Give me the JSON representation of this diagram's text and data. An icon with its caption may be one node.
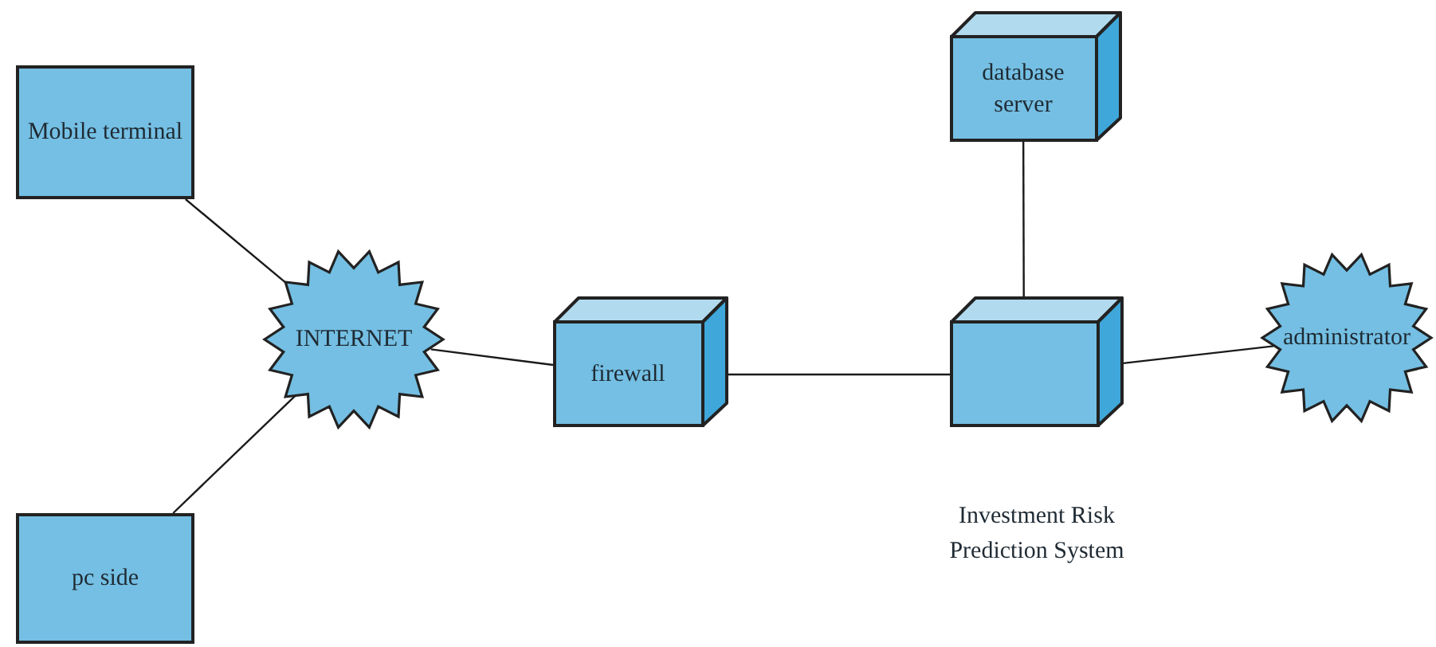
{
  "diagram": {
    "nodes": [
      {
        "text": [
          "Mobile terminal"
        ]
      },
      {
        "text": [
          "pc side"
        ]
      },
      {
        "text": [
          "INTERNET"
        ]
      },
      {
        "text": [
          "firewall"
        ]
      },
      {
        "text": [
          "database server"
        ]
      },
      {
        "text": [],
        "shape": "box",
        "beside": [
          "Investment Risk Prediction System"
        ]
      },
      {
        "text": [
          "administrator"
        ]
      }
    ],
    "edges": [
      {
        "from": 0,
        "to": 2,
        "arrow": "none"
      },
      {
        "from": 1,
        "to": 2,
        "arrow": "none"
      },
      {
        "from": 2,
        "to": 3,
        "arrow": "none"
      },
      {
        "from": 3,
        "to": 5,
        "arrow": "none"
      },
      {
        "from": 4,
        "to": 5,
        "arrow": "none"
      },
      {
        "from": 5,
        "to": 6,
        "arrow": "none"
      }
    ]
  }
}
